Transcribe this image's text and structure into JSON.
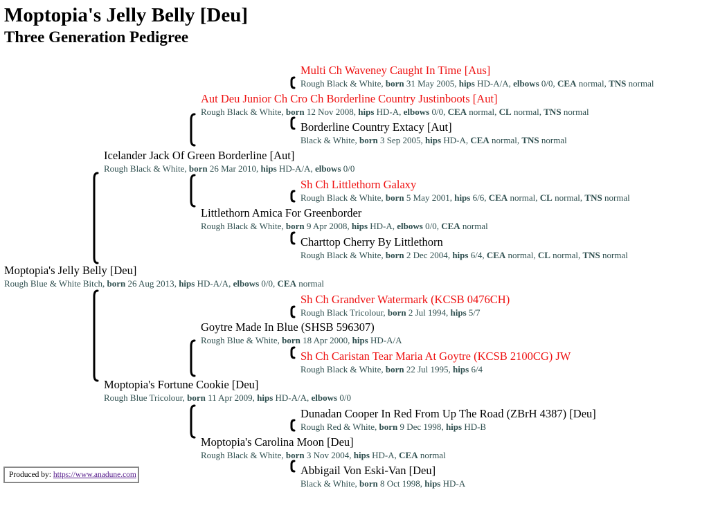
{
  "page": {
    "title": "Moptopia's Jelly Belly [Deu]",
    "subtitle": "Three Generation Pedigree"
  },
  "dogs": {
    "subject": {
      "name": "Moptopia's Jelly Belly [Deu]",
      "coat": "Rough Blue & White Bitch",
      "born": "26 Aug 2013",
      "hips": "HD-A/A",
      "elbows": "0/0",
      "cea": "normal"
    },
    "sire": {
      "name": "Icelander Jack Of Green Borderline [Aut]",
      "coat": "Rough Black & White",
      "born": "26 Mar 2010",
      "hips": "HD-A/A",
      "elbows": "0/0"
    },
    "sire_sire": {
      "name": "Aut Deu Junior Ch Cro Ch Borderline Country Justinboots [Aut]",
      "coat": "Rough Black & White",
      "born": "12 Nov 2008",
      "hips": "HD-A",
      "elbows": "0/0",
      "cea": "normal",
      "cl": "normal",
      "tns": "normal"
    },
    "sire_sire_sire": {
      "name": "Multi Ch Waveney Caught In Time [Aus]",
      "coat": "Rough Black & White",
      "born": "31 May 2005",
      "hips": "HD-A/A",
      "elbows": "0/0",
      "cea": "normal",
      "tns": "normal"
    },
    "sire_sire_dam": {
      "name": "Borderline Country Extacy [Aut]",
      "coat": "Black & White",
      "born": "3 Sep 2005",
      "hips": "HD-A",
      "cea": "normal",
      "tns": "normal"
    },
    "sire_dam": {
      "name": "Littlethorn Amica For Greenborder",
      "coat": "Rough Black & White",
      "born": "9 Apr 2008",
      "hips": "HD-A",
      "elbows": "0/0",
      "cea": "normal"
    },
    "sire_dam_sire": {
      "name": "Sh Ch Littlethorn Galaxy",
      "coat": "Rough Black & White",
      "born": "5 May 2001",
      "hips": "6/6",
      "cea": "normal",
      "cl": "normal",
      "tns": "normal"
    },
    "sire_dam_dam": {
      "name": "Charttop Cherry By Littlethorn",
      "coat": "Rough Black & White",
      "born": "2 Dec 2004",
      "hips": "6/4",
      "cea": "normal",
      "cl": "normal",
      "tns": "normal"
    },
    "dam": {
      "name": "Moptopia's Fortune Cookie [Deu]",
      "coat": "Rough Blue Tricolour",
      "born": "11 Apr 2009",
      "hips": "HD-A/A",
      "elbows": "0/0"
    },
    "dam_sire": {
      "name": "Goytre Made In Blue (SHSB 596307)",
      "coat": "Rough Blue & White",
      "born": "18 Apr 2000",
      "hips": "HD-A/A"
    },
    "dam_sire_sire": {
      "name": "Sh Ch Grandver Watermark (KCSB 0476CH)",
      "coat": "Rough Black Tricolour",
      "born": "2 Jul 1994",
      "hips": "5/7"
    },
    "dam_sire_dam": {
      "name": "Sh Ch Caristan Tear Maria At Goytre (KCSB 2100CG) JW",
      "coat": "Rough Black & White",
      "born": "22 Jul 1995",
      "hips": "6/4"
    },
    "dam_dam": {
      "name": "Moptopia's Carolina Moon [Deu]",
      "coat": "Rough Black & White",
      "born": "3 Nov 2004",
      "hips": "HD-A",
      "cea": "normal"
    },
    "dam_dam_sire": {
      "name": "Dunadan Cooper In Red From Up The Road (ZBrH 4387) [Deu]",
      "coat": "Rough Red & White",
      "born": "9 Dec 1998",
      "hips": "HD-B"
    },
    "dam_dam_dam": {
      "name": "Abbigail Von Eski-Van [Deu]",
      "coat": "Black & White",
      "born": "8 Oct 1998",
      "hips": "HD-A"
    }
  },
  "labels": {
    "born": "born",
    "hips": "hips",
    "elbows": "elbows",
    "cea": "CEA",
    "cl": "CL",
    "tns": "TNS"
  },
  "colors": {
    "champion": "#ee1111",
    "detail": "#2f4f4f",
    "link": "#551a8b"
  },
  "footer": {
    "label": "Produced by:",
    "link_text": "https://www.anadune.com"
  }
}
